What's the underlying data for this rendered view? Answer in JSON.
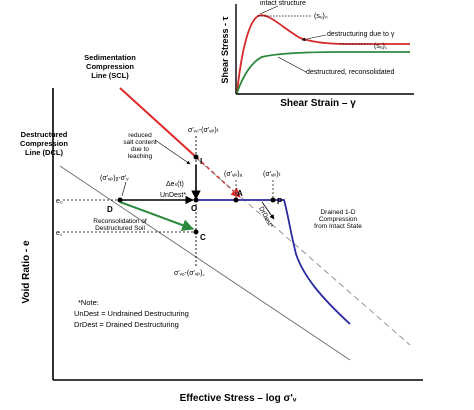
{
  "main_axes": {
    "x_label": "Effective Stress – log σ'ᵥ",
    "y_label": "Void Ratio - e"
  },
  "inset": {
    "x_label": "Shear Strain – γ",
    "y_label": "Shear Stress - τ",
    "labels": {
      "intact": "intact structure",
      "su0": "(sᵤ)₀",
      "destructuring": "destructuring due to γ",
      "suc": "(sᵤ)꜀",
      "destructured": "destructured, reconsolidated"
    }
  },
  "lines": {
    "scl": [
      "Sedimentation",
      "Compression",
      "Line (SCL)"
    ],
    "dcl": [
      "Destructured",
      "Compression",
      "Line (DCL)"
    ]
  },
  "annotations": {
    "salt": [
      "reduced",
      "salt content",
      "due to",
      "leaching"
    ],
    "recon": [
      "Reconsolidation of",
      "Destructured Soil"
    ],
    "drained": [
      "Drained 1-D",
      "Compression",
      "from Intact State"
    ],
    "undest": "UnDest*",
    "drdest": "DrDest*",
    "delta_e": "Δeₛ(t)",
    "sigma_vo_top": "σ'ᵥ₀-(σ'ᵥₚ)ₜ",
    "sigma_vp_b": "(σ'ᵥₚ)ᵦ-σ'ᵥ",
    "sigma_vp_a": "(σ'ᵥₚ)ₐ",
    "sigma_vp_t": "(σ'ᵥₚ)ₜ",
    "sigma_vo_bottom": "σ'ᵥₒ-(σ'ᵥₚ)꜀",
    "e0": "e₀",
    "ec": "e꜀"
  },
  "points": {
    "I": "I",
    "D": "D",
    "O": "O",
    "A": "A",
    "P": "P",
    "C": "C"
  },
  "note": [
    "*Note:",
    "UnDest = Undrained Destructuring",
    "DrDest = Drained Destructuring"
  ],
  "colors": {
    "scl": "#e0282b",
    "intact_curve": "#d62a2a",
    "green": "#2b8a3e",
    "blue": "#2a2aa0",
    "black": "#000000"
  }
}
